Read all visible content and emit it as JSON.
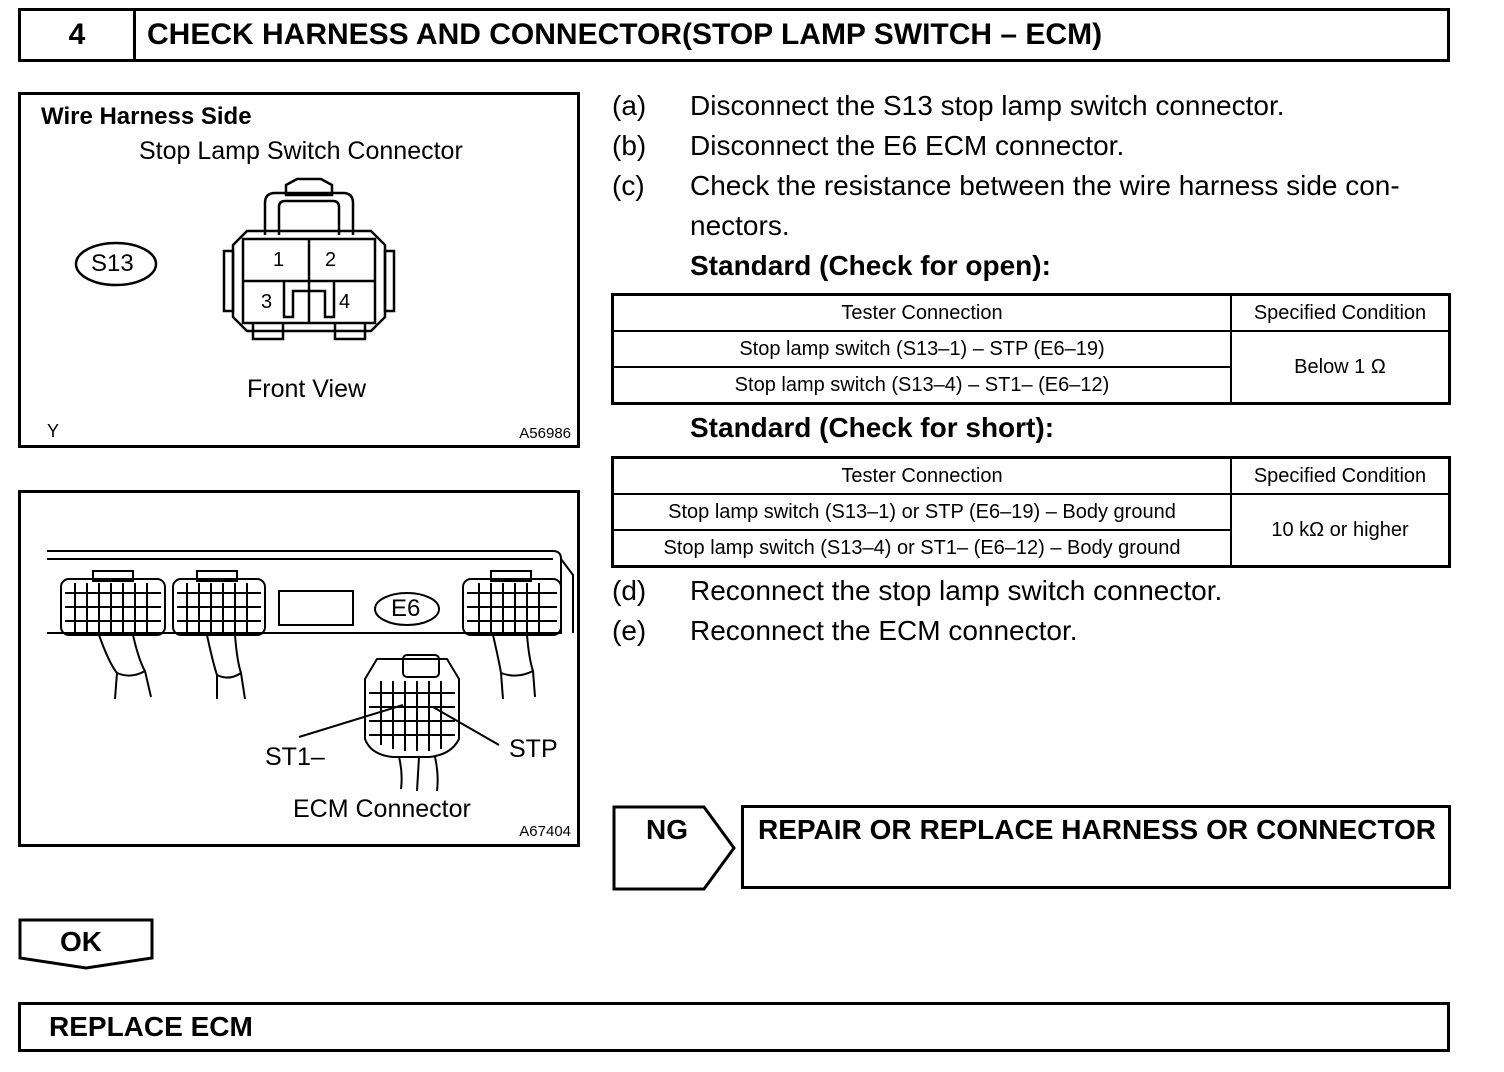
{
  "header": {
    "step_number": "4",
    "title": "CHECK HARNESS AND CONNECTOR(STOP LAMP SWITCH – ECM)"
  },
  "figure1": {
    "title": "Wire Harness Side",
    "subtitle": "Stop Lamp Switch Connector",
    "connector_tag": "S13",
    "pins": [
      "1",
      "2",
      "3",
      "4"
    ],
    "view_label": "Front View",
    "corner_letter": "Y",
    "figure_id": "A56986"
  },
  "figure2": {
    "connector_tag": "E6",
    "label_st1": "ST1–",
    "label_stp": "STP",
    "caption": "ECM Connector",
    "figure_id": "A67404"
  },
  "steps": [
    {
      "label": "(a)",
      "text": "Disconnect the S13 stop lamp switch connector."
    },
    {
      "label": "(b)",
      "text": "Disconnect the E6 ECM connector."
    },
    {
      "label": "(c)",
      "text": "Check the resistance between the wire harness side con-",
      "text2": "nectors."
    },
    {
      "label": "(d)",
      "text": "Reconnect the stop lamp switch connector."
    },
    {
      "label": "(e)",
      "text": "Reconnect the ECM connector."
    }
  ],
  "standard_open": {
    "title": "Standard (Check for open):",
    "headers": [
      "Tester Connection",
      "Specified Condition"
    ],
    "rows": [
      "Stop lamp switch (S13–1) – STP (E6–19)",
      "Stop lamp switch (S13–4) – ST1– (E6–12)"
    ],
    "condition": "Below 1 Ω"
  },
  "standard_short": {
    "title": "Standard (Check for short):",
    "headers": [
      "Tester Connection",
      "Specified Condition"
    ],
    "rows": [
      "Stop lamp switch (S13–1) or STP (E6–19) – Body ground",
      "Stop lamp switch (S13–4) or ST1– (E6–12) – Body ground"
    ],
    "condition": "10 kΩ or higher"
  },
  "ng": {
    "label": "NG",
    "result": "REPAIR OR REPLACE HARNESS OR CONNECTOR"
  },
  "ok": {
    "label": "OK"
  },
  "final": {
    "text": "REPLACE ECM"
  }
}
